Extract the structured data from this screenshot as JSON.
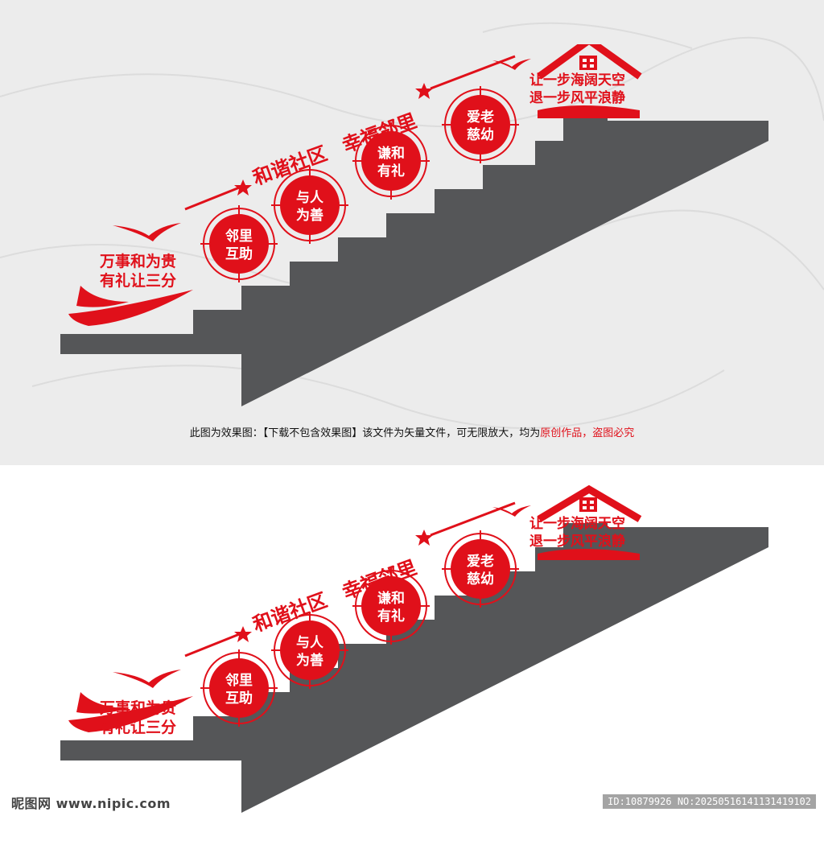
{
  "artwork": {
    "badges": [
      {
        "line1": "邻里",
        "line2": "互助"
      },
      {
        "line1": "与人",
        "line2": "为善"
      },
      {
        "line1": "谦和",
        "line2": "有礼"
      },
      {
        "line1": "爱老",
        "line2": "慈幼"
      }
    ],
    "slogan_left": {
      "line1": "万事和为贵",
      "line2": "有礼让三分"
    },
    "slogan_right": {
      "line1": "让一步海阔天空",
      "line2": "退一步风平浪静"
    },
    "banner": {
      "part1": "和谐社区",
      "part2": "幸福邻里"
    },
    "colors": {
      "red": "#e0101a",
      "stair": "#555658",
      "wall": "#ececec"
    }
  },
  "caption": {
    "text_black": "此图为效果图：【下载不包含效果图】该文件为矢量文件，可无限放大，均为",
    "text_red": "原创作品，盗图必究"
  },
  "watermark": {
    "site": "昵图网 www.nipic.com",
    "id": "ID:10879926 NO:20250516141131419102"
  }
}
